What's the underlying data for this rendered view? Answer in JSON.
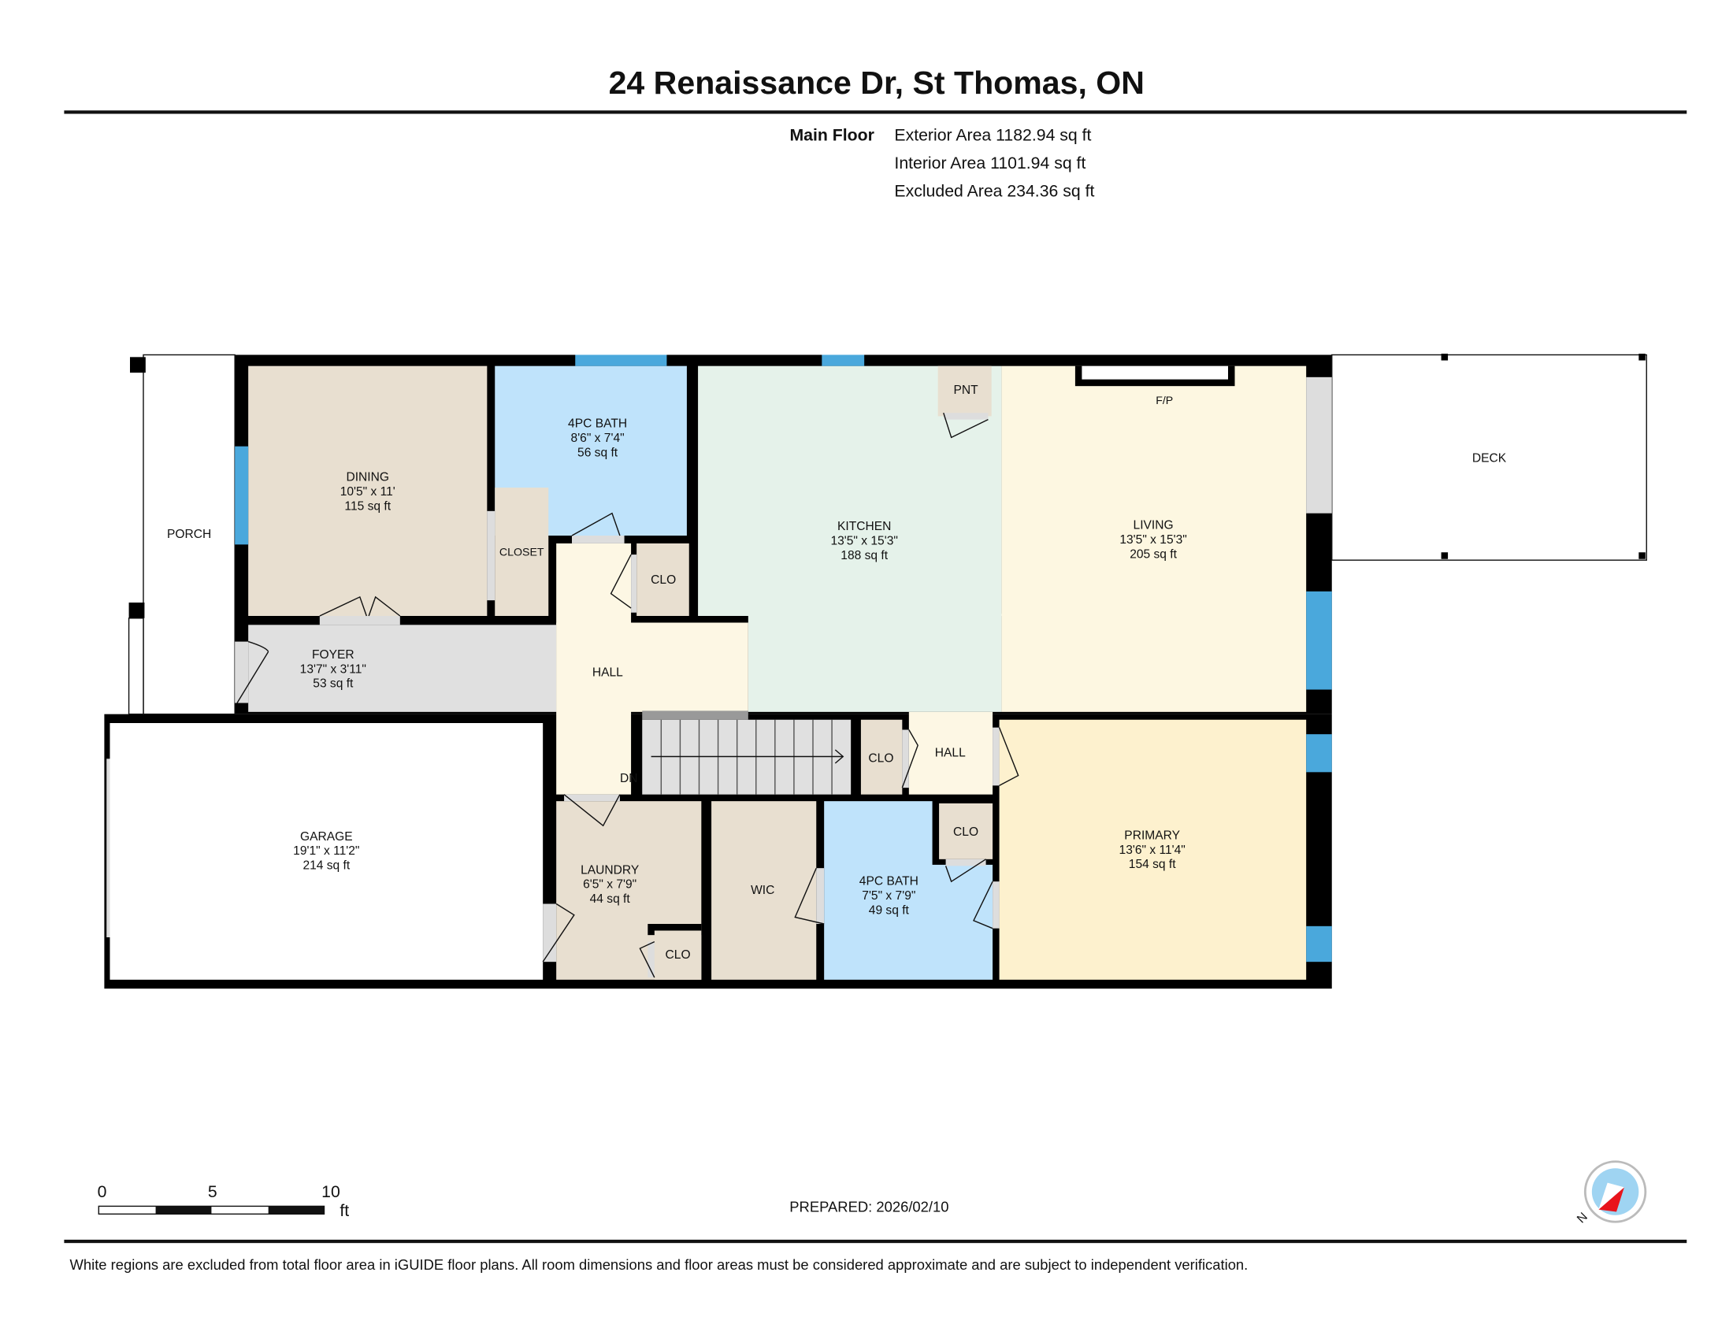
{
  "header": {
    "title": "24 Renaissance Dr, St Thomas, ON",
    "floor_name": "Main Floor",
    "exterior_area": "Exterior Area 1182.94 sq ft",
    "interior_area": "Interior Area 1101.94 sq ft",
    "excluded_area": "Excluded Area 234.36 sq ft"
  },
  "rooms": {
    "dining": {
      "name": "DINING",
      "dims": "10'5\" x 11'",
      "area": "115 sq ft"
    },
    "bath1": {
      "name": "4PC BATH",
      "dims": "8'6\" x 7'4\"",
      "area": "56 sq ft"
    },
    "kitchen": {
      "name": "KITCHEN",
      "dims": "13'5\" x 15'3\"",
      "area": "188 sq ft"
    },
    "living": {
      "name": "LIVING",
      "dims": "13'5\" x 15'3\"",
      "area": "205 sq ft"
    },
    "foyer": {
      "name": "FOYER",
      "dims": "13'7\" x 3'11\"",
      "area": "53 sq ft"
    },
    "garage": {
      "name": "GARAGE",
      "dims": "19'1\" x 11'2\"",
      "area": "214 sq ft"
    },
    "laundry": {
      "name": "LAUNDRY",
      "dims": "6'5\" x 7'9\"",
      "area": "44 sq ft"
    },
    "bath2": {
      "name": "4PC BATH",
      "dims": "7'5\" x 7'9\"",
      "area": "49 sq ft"
    },
    "primary": {
      "name": "PRIMARY",
      "dims": "13'6\" x 11'4\"",
      "area": "154 sq ft"
    },
    "porch": {
      "name": "PORCH"
    },
    "deck": {
      "name": "DECK"
    },
    "closet": {
      "name": "CLOSET"
    },
    "clo1": {
      "name": "CLO"
    },
    "clo2": {
      "name": "CLO"
    },
    "clo3": {
      "name": "CLO"
    },
    "clo4": {
      "name": "CLO"
    },
    "pantry": {
      "name": "PNT"
    },
    "hall1": {
      "name": "HALL"
    },
    "hall2": {
      "name": "HALL"
    },
    "wic": {
      "name": "WIC"
    },
    "fireplace": {
      "name": "F/P"
    },
    "stairs": {
      "name": "DN"
    }
  },
  "scale": {
    "labels": [
      "0",
      "5",
      "10"
    ],
    "unit": "ft"
  },
  "prepared": "PREPARED: 2026/02/10",
  "compass": {
    "label": "N"
  },
  "footer": "White regions are excluded from total floor area in iGUIDE floor plans. All room dimensions and floor areas must be considered approximate and are subject to independent verification.",
  "colors": {
    "window": "#4aa8dc",
    "bath": "#bfe3fb",
    "kitchen": "#e5f2ea",
    "living": "#fdf7e1",
    "primary": "#fdf1ce",
    "dining": "#e8dfd0",
    "foyer": "#e0e0e0",
    "compass_arrow": "#e8141c"
  }
}
